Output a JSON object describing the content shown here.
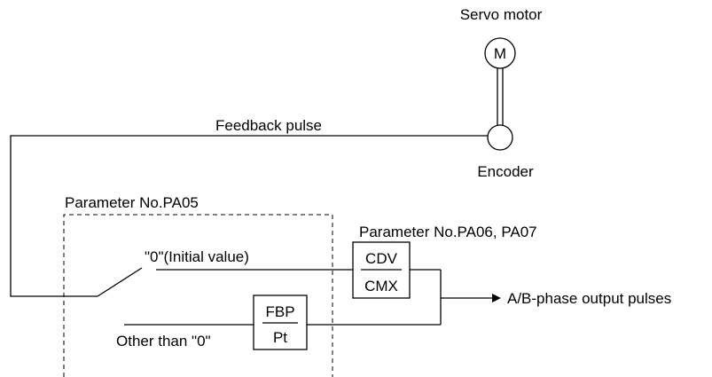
{
  "motor": {
    "title": "Servo motor",
    "symbol": "M"
  },
  "encoder": {
    "label": "Encoder"
  },
  "feedback": {
    "label": "Feedback pulse"
  },
  "pa05": {
    "label": "Parameter No.PA05",
    "option_zero": "\"0\"(Initial value)",
    "option_other": "Other than \"0\""
  },
  "pa0607": {
    "label": "Parameter No.PA06, PA07"
  },
  "ratio_cdv_cmx": {
    "numerator": "CDV",
    "denominator": "CMX"
  },
  "ratio_fbp_pt": {
    "numerator": "FBP",
    "denominator": "Pt"
  },
  "output": {
    "label": "A/B-phase output pulses"
  }
}
